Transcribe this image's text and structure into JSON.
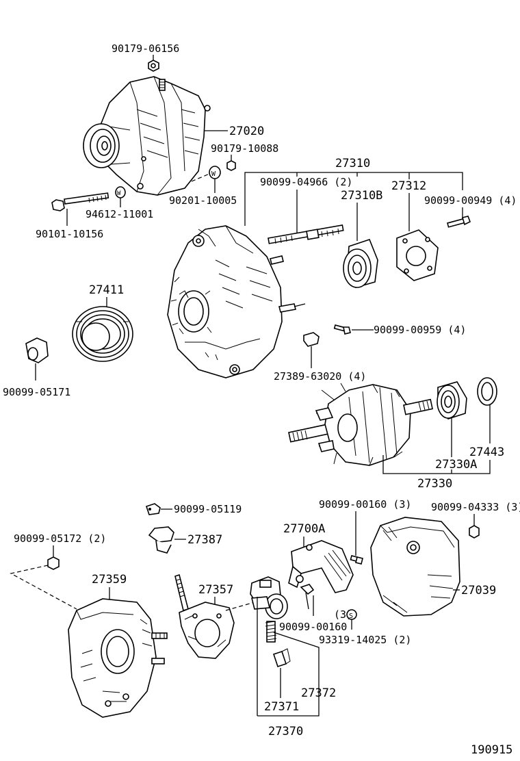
{
  "labels": {
    "p90179_06156": "90179-06156",
    "p27020": "27020",
    "p90179_10088": "90179-10088",
    "p27310": "27310",
    "p90099_04966": "90099-04966 (2)",
    "p27312": "27312",
    "p27310B": "27310B",
    "p90099_00949": "90099-00949 (4)",
    "p90201_10005": "90201-10005",
    "p94612_11001": "94612-11001",
    "p90101_10156": "90101-10156",
    "p27411": "27411",
    "p90099_00959": "90099-00959 (4)",
    "p90099_05171": "90099-05171",
    "p27389_63020": "27389-63020 (4)",
    "p27443": "27443",
    "p27330A": "27330A",
    "p27330": "27330",
    "p90099_05119": "90099-05119",
    "p90099_00160_3": "90099-00160 (3)",
    "p90099_04333": "90099-04333 (3)",
    "p90099_05172": "90099-05172 (2)",
    "p27387": "27387",
    "p27700A": "27700A",
    "p27359": "27359",
    "p27357": "27357",
    "p27039": "27039",
    "qty3": "(3)",
    "p90099_00160": "90099-00160",
    "p93319_14025": "93319-14025 (2)",
    "p27372": "27372",
    "p27371": "27371",
    "p27370": "27370",
    "diagram_no": "190915"
  },
  "callouts": {
    "washer_w": "W",
    "spacer_s": "S"
  }
}
